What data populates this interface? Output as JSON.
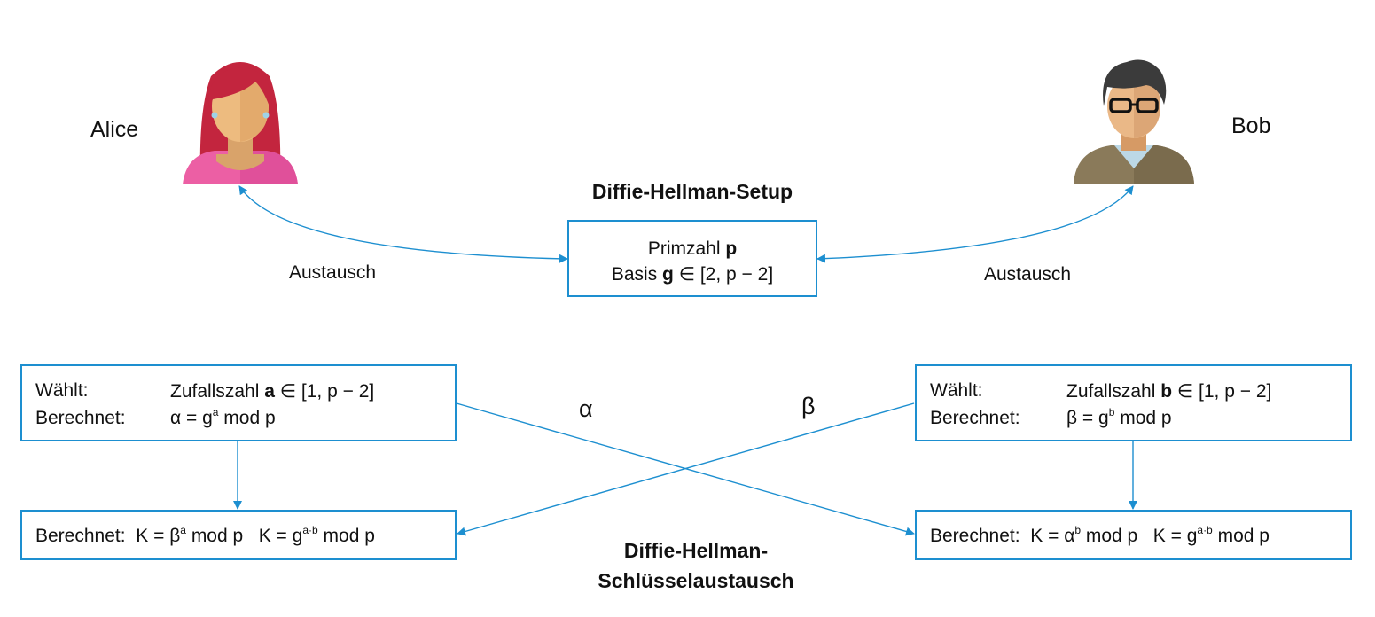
{
  "colors": {
    "line": "#1d8fd0",
    "box_border": "#1d8fd0",
    "text": "#111111"
  },
  "actors": {
    "alice": {
      "name": "Alice",
      "icon": "woman-avatar-icon"
    },
    "bob": {
      "name": "Bob",
      "icon": "man-avatar-icon"
    }
  },
  "setup": {
    "title": "Diffie-Hellman-Setup",
    "line1_text": "Primzahl",
    "line1_var": "p",
    "line2_prefix": "Basis",
    "line2_var": "g",
    "line2_suffix": "∈ [2, p − 2]"
  },
  "exchange_left_label": "Austausch",
  "exchange_right_label": "Austausch",
  "alice_box": {
    "chooses_label": "Wählt:",
    "chooses_prefix": "Zufallszahl",
    "chooses_var": "a",
    "chooses_suffix": "∈ [1, p − 2]",
    "computes_label": "Berechnet:",
    "computes_base": "α = g",
    "computes_exp": "a",
    "computes_tail": "mod p"
  },
  "bob_box": {
    "chooses_label": "Wählt:",
    "chooses_prefix": "Zufallszahl",
    "chooses_var": "b",
    "chooses_suffix": "∈ [1, p − 2]",
    "computes_label": "Berechnet:",
    "computes_base": "β = g",
    "computes_exp": "b",
    "computes_tail": "mod p"
  },
  "alpha_label": "α",
  "beta_label": "β",
  "alice_result": {
    "label": "Berechnet:",
    "k1_base": "K = β",
    "k1_exp": "a",
    "k1_tail": "mod p",
    "k2_base": "K = g",
    "k2_exp": "a·b",
    "k2_tail": "mod p"
  },
  "bob_result": {
    "label": "Berechnet:",
    "k1_base": "K = α",
    "k1_exp": "b",
    "k1_tail": "mod p",
    "k2_base": "K = g",
    "k2_exp": "a·b",
    "k2_tail": "mod p"
  },
  "exchange_title_line1": "Diffie-Hellman-",
  "exchange_title_line2": "Schlüsselaustausch"
}
